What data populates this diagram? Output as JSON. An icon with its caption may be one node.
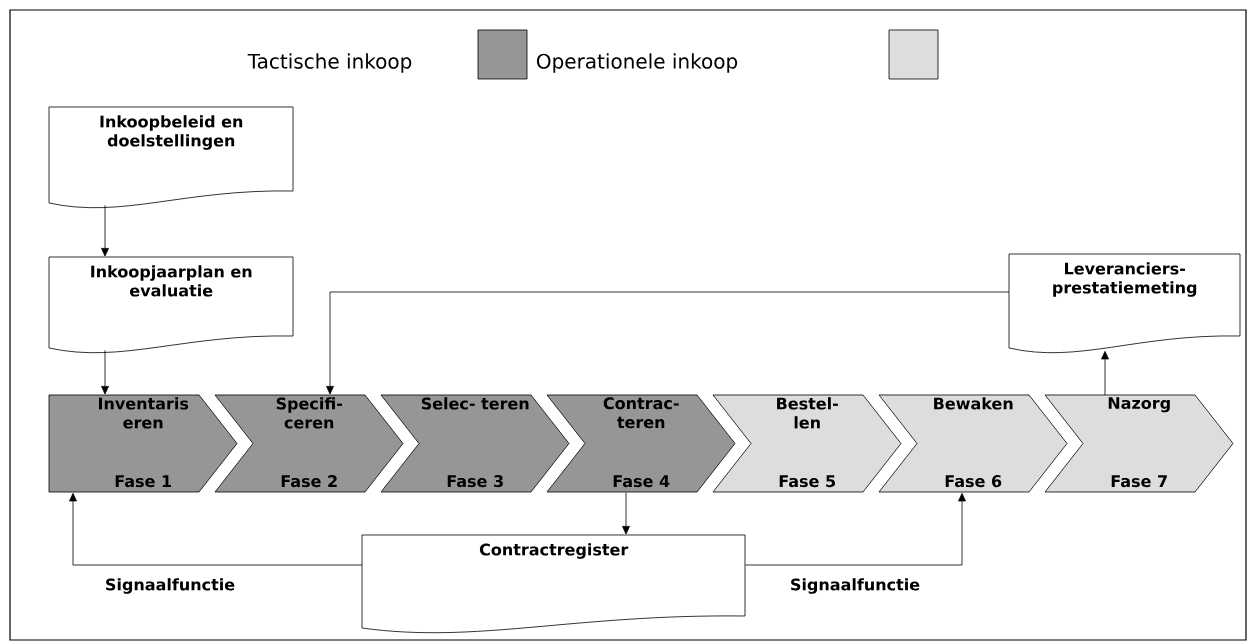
{
  "diagram": {
    "nodes": [
      {
        "text": [
          "Inkoopbeleid en doelstellingen"
        ]
      },
      {
        "text": [
          "Inkoopjaarplan en evaluatie"
        ]
      },
      {
        "text": [
          "Leveranciers- prestatiemeting"
        ]
      },
      {
        "text": [
          "Inventaris eren",
          "Fase 1"
        ]
      },
      {
        "text": [
          "Specifi- ceren",
          "Fase 2"
        ]
      },
      {
        "text": [
          "Selec- teren",
          "Fase 3"
        ]
      },
      {
        "text": [
          "Contrac- teren",
          "Fase 4"
        ]
      },
      {
        "text": [
          "Bestel- len",
          "Fase 5"
        ]
      },
      {
        "text": [
          "Bewaken",
          "Fase 6"
        ]
      },
      {
        "text": [
          "Nazorg",
          "Fase 7"
        ]
      },
      {
        "text": [
          "Contractregister"
        ]
      }
    ],
    "edges": [
      {
        "from": 0,
        "to": 1,
        "arrow": "to"
      },
      {
        "from": 1,
        "to": 3,
        "arrow": "to"
      },
      {
        "from": 2,
        "to": 4,
        "arrow": "to"
      },
      {
        "from": 9,
        "to": 2,
        "arrow": "to"
      },
      {
        "from": 6,
        "to": 10,
        "arrow": "to"
      },
      {
        "from": 10,
        "to": 3,
        "arrow": "to",
        "label": "Signaalfunctie"
      },
      {
        "from": 10,
        "to": 8,
        "arrow": "to",
        "label": "Signaalfunctie"
      }
    ],
    "legend": [
      {
        "text": "Tactische inkoop",
        "color": "#969696"
      },
      {
        "text": "Operationele inkoop",
        "color": "#dddddd"
      }
    ]
  }
}
